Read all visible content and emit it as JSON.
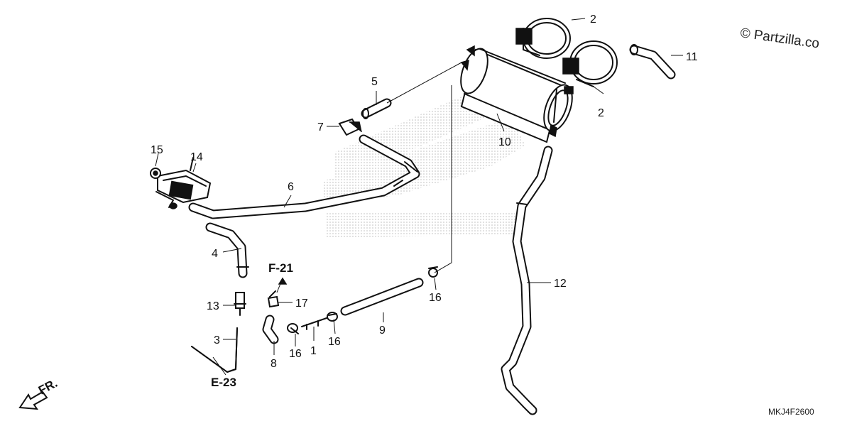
{
  "copyright": "© Partzilla.co",
  "diagram_code": "MKJ4F2600",
  "front_marker": "FR.",
  "references": {
    "f21": "F-21",
    "e23": "E-23"
  },
  "callouts": {
    "c1": "1",
    "c2a": "2",
    "c2b": "2",
    "c3": "3",
    "c4": "4",
    "c5": "5",
    "c6": "6",
    "c7": "7",
    "c8": "8",
    "c9": "9",
    "c10": "10",
    "c11": "11",
    "c12": "12",
    "c13": "13",
    "c14": "14",
    "c15": "15",
    "c16a": "16",
    "c16b": "16",
    "c16c": "16",
    "c17": "17"
  }
}
